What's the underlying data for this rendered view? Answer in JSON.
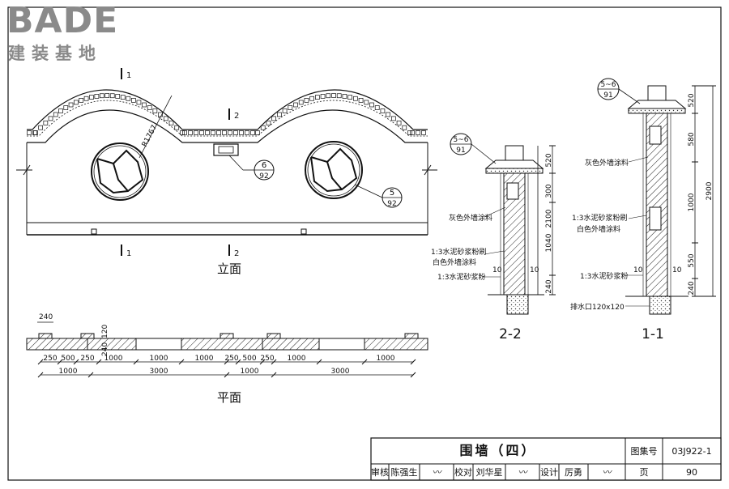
{
  "watermark": {
    "brand": "BADE",
    "subtitle": "建装基地"
  },
  "elevation": {
    "caption": "立面",
    "radius_label": "R1767",
    "section_markers": {
      "top_left": "1",
      "top_mid": "2",
      "bottom_left": "1",
      "bottom_mid": "2"
    },
    "callouts": [
      {
        "top": "6",
        "bottom": "92"
      },
      {
        "top": "5",
        "bottom": "92"
      }
    ]
  },
  "plan": {
    "caption": "平面",
    "top_dims": [
      "240",
      "120",
      "240"
    ],
    "row1": [
      "250",
      "500",
      "250",
      "1000",
      "1000",
      "1000",
      "250",
      "500",
      "250",
      "1000",
      "1000"
    ],
    "row2": [
      "1000",
      "3000",
      "1000",
      "3000"
    ]
  },
  "section_22": {
    "caption": "2-2",
    "callout": {
      "top": "5~6",
      "bottom": "91"
    },
    "dims_vertical": [
      "520",
      "300",
      "2100",
      "1040",
      "240"
    ],
    "labels": [
      "灰色外墙涂料",
      "1:3水泥砂浆粉刷",
      "白色外墙涂料",
      "1:3水泥砂浆粉"
    ],
    "small_dims": [
      "10",
      "10"
    ]
  },
  "section_11": {
    "caption": "1-1",
    "callout": {
      "top": "5~6",
      "bottom": "91"
    },
    "dims_vertical": [
      "520",
      "580",
      "1000",
      "550",
      "240"
    ],
    "overall": "2900",
    "labels": [
      "灰色外墙涂料",
      "1:3水泥砂浆粉刷",
      "白色外墙涂料",
      "1:3水泥砂浆粉",
      "排水口120x120"
    ],
    "small_dims": [
      "10",
      "10"
    ]
  },
  "title_block": {
    "title": "围墙（四）",
    "atlas_label": "图集号",
    "atlas_no": "03J922-1",
    "review_label": "审核",
    "reviewer": "陈强生",
    "check_label": "校对",
    "checker": "刘华星",
    "design_label": "设计",
    "designer": "厉勇",
    "page_label": "页",
    "page_no": "90"
  }
}
